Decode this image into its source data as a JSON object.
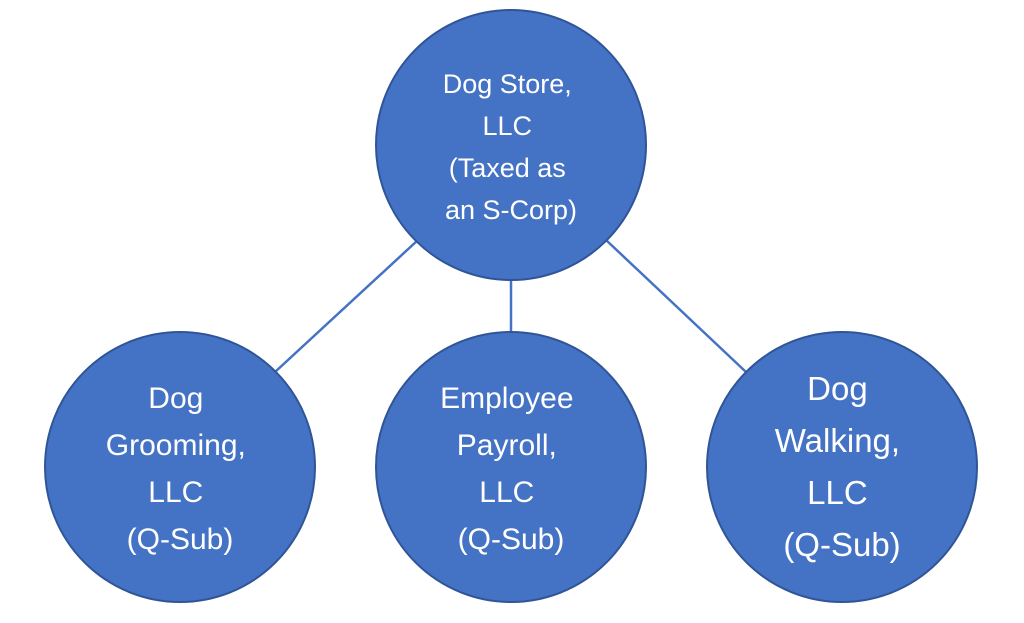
{
  "diagram": {
    "parent": {
      "lines": [
        "Dog Store,",
        "LLC",
        "(Taxed as",
        "an S-Corp)"
      ]
    },
    "children": [
      {
        "lines": [
          "Dog",
          "Grooming,",
          "LLC",
          "(Q-Sub)"
        ]
      },
      {
        "lines": [
          "Employee",
          "Payroll,",
          "LLC",
          "(Q-Sub)"
        ]
      },
      {
        "lines": [
          "Dog",
          "Walking,",
          "LLC",
          "(Q-Sub)"
        ]
      }
    ],
    "colors": {
      "node_fill": "#4472C4",
      "node_outline": "#2F5597",
      "connector": "#4472C4",
      "text": "#ffffff"
    }
  }
}
